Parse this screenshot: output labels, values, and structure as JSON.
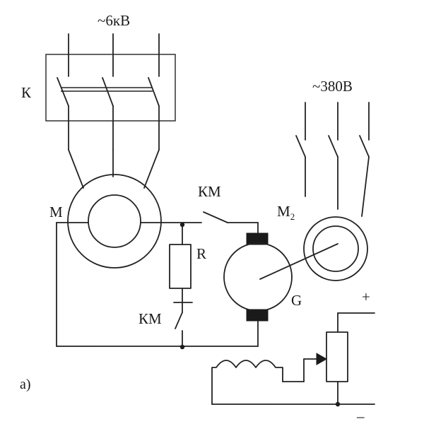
{
  "labels": {
    "supply_hv": "~6кВ",
    "supply_lv": "~380В",
    "breaker": "К",
    "motor": "М",
    "motor2_letter": "М",
    "motor2_sub": "2",
    "contactor_top": "КМ",
    "contactor_bottom": "КМ",
    "resistor": "R",
    "generator": "G",
    "plus": "+",
    "minus": "–",
    "figure_tag": "а)"
  }
}
